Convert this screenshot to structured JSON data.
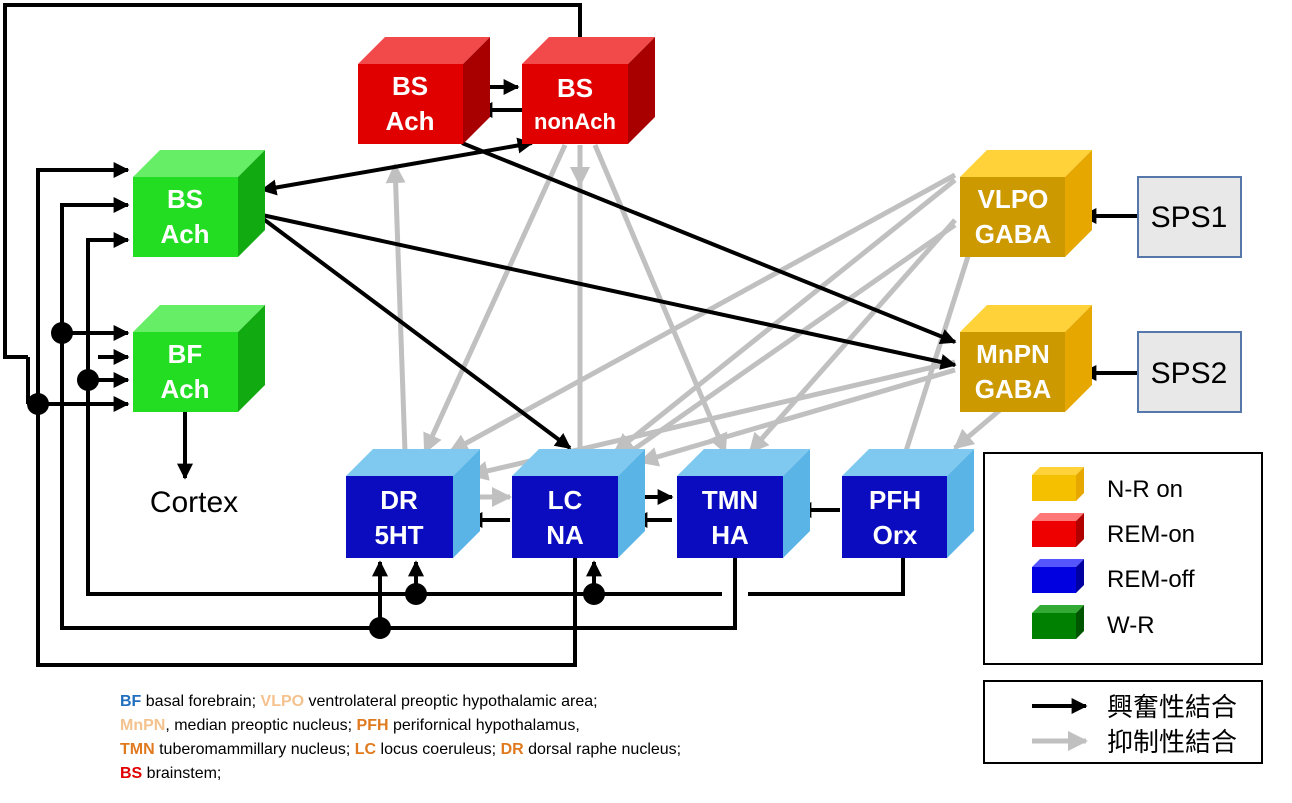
{
  "nodes": {
    "bs_ach_top": {
      "line1": "BS",
      "line2": "Ach"
    },
    "bs_nonach": {
      "line1": "BS",
      "line2": "nonAch"
    },
    "bs_ach": {
      "line1": "BS",
      "line2": "Ach"
    },
    "bf_ach": {
      "line1": "BF",
      "line2": "Ach"
    },
    "vlpo": {
      "line1": "VLPO",
      "line2": "GABA"
    },
    "mnpn": {
      "line1": "MnPN",
      "line2": "GABA"
    },
    "dr": {
      "line1": "DR",
      "line2": "5HT"
    },
    "lc": {
      "line1": "LC",
      "line2": "NA"
    },
    "tmn": {
      "line1": "TMN",
      "line2": "HA"
    },
    "pfh": {
      "line1": "PFH",
      "line2": "Orx"
    },
    "sps1": "SPS1",
    "sps2": "SPS2",
    "cortex": "Cortex"
  },
  "legend": {
    "categories": [
      {
        "label": "N-R on",
        "color": "#f5c000"
      },
      {
        "label": "REM-on",
        "color": "#ee0000"
      },
      {
        "label": "REM-off",
        "color": "#0000e0"
      },
      {
        "label": "W-R",
        "color": "#008000"
      }
    ],
    "connections": [
      {
        "label": "興奮性結合",
        "color": "#000000"
      },
      {
        "label": "抑制性結合",
        "color": "#bfbfbf"
      }
    ]
  },
  "colors": {
    "red": "#e60000",
    "green": "#22dd22",
    "gold": "#cc9900",
    "blue": "#0b0bbf",
    "excitatory": "#000000",
    "inhibitory": "#c0c0c0"
  },
  "footnotes": [
    [
      {
        "abbr": "BF",
        "color": "#1f6fbf",
        "text": " basal forebrain; "
      },
      {
        "abbr": "VLPO",
        "color": "#f4c28f",
        "text": " ventrolateral preoptic hypothalamic area;"
      }
    ],
    [
      {
        "abbr": "MnPN",
        "color": "#f4c28f",
        "text": ", median preoptic nucleus; "
      },
      {
        "abbr": "PFH",
        "color": "#e07a1f",
        "text": " perifornical hypothalamus,"
      }
    ],
    [
      {
        "abbr": "TMN",
        "color": "#e07a1f",
        "text": " tuberomammillary nucleus; "
      },
      {
        "abbr": "LC",
        "color": "#e07a1f",
        "text": " locus coeruleus; "
      },
      {
        "abbr": "DR",
        "color": "#e07a1f",
        "text": " dorsal raphe nucleus;"
      }
    ],
    [
      {
        "abbr": "BS",
        "color": "#e00000",
        "text": " brainstem;"
      }
    ]
  ]
}
